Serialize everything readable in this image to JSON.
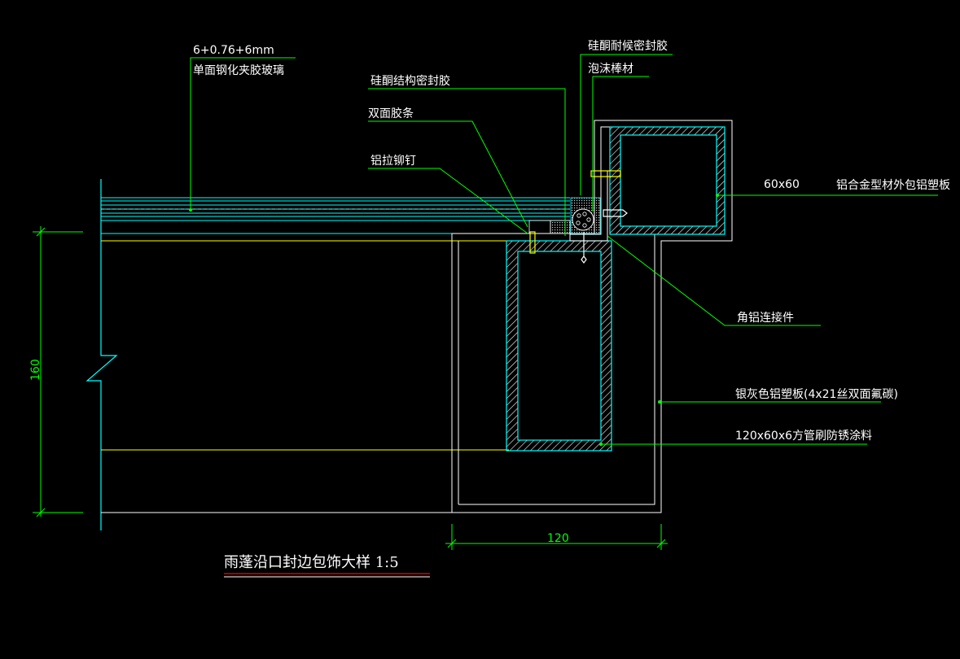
{
  "title": "雨蓬沿口封边包饰大样 1:5",
  "labels": {
    "glass_spec": "6+0.76+6mm",
    "glass": "单面钢化夹胶玻璃",
    "weather_sealant": "硅酮耐候密封胶",
    "foam_rod": "泡沫棒材",
    "structural_sealant": "硅酮结构密封胶",
    "tape": "双面胶条",
    "rivet": "铝拉铆钉",
    "size_60": "60x60",
    "alu_profile": "铝合金型材外包铝塑板",
    "angle_connector": "角铝连接件",
    "acp": "银灰色铝塑板(4x21丝双面氟碳)",
    "tube": "120x60x6方管刷防锈涂料"
  },
  "dimensions": {
    "height": "160",
    "width": "120"
  },
  "colors": {
    "line": "#00ff00",
    "outline": "#ffffff",
    "steel": "#00ffff",
    "edge": "#ffff00",
    "title_underline": "#ff0000"
  }
}
